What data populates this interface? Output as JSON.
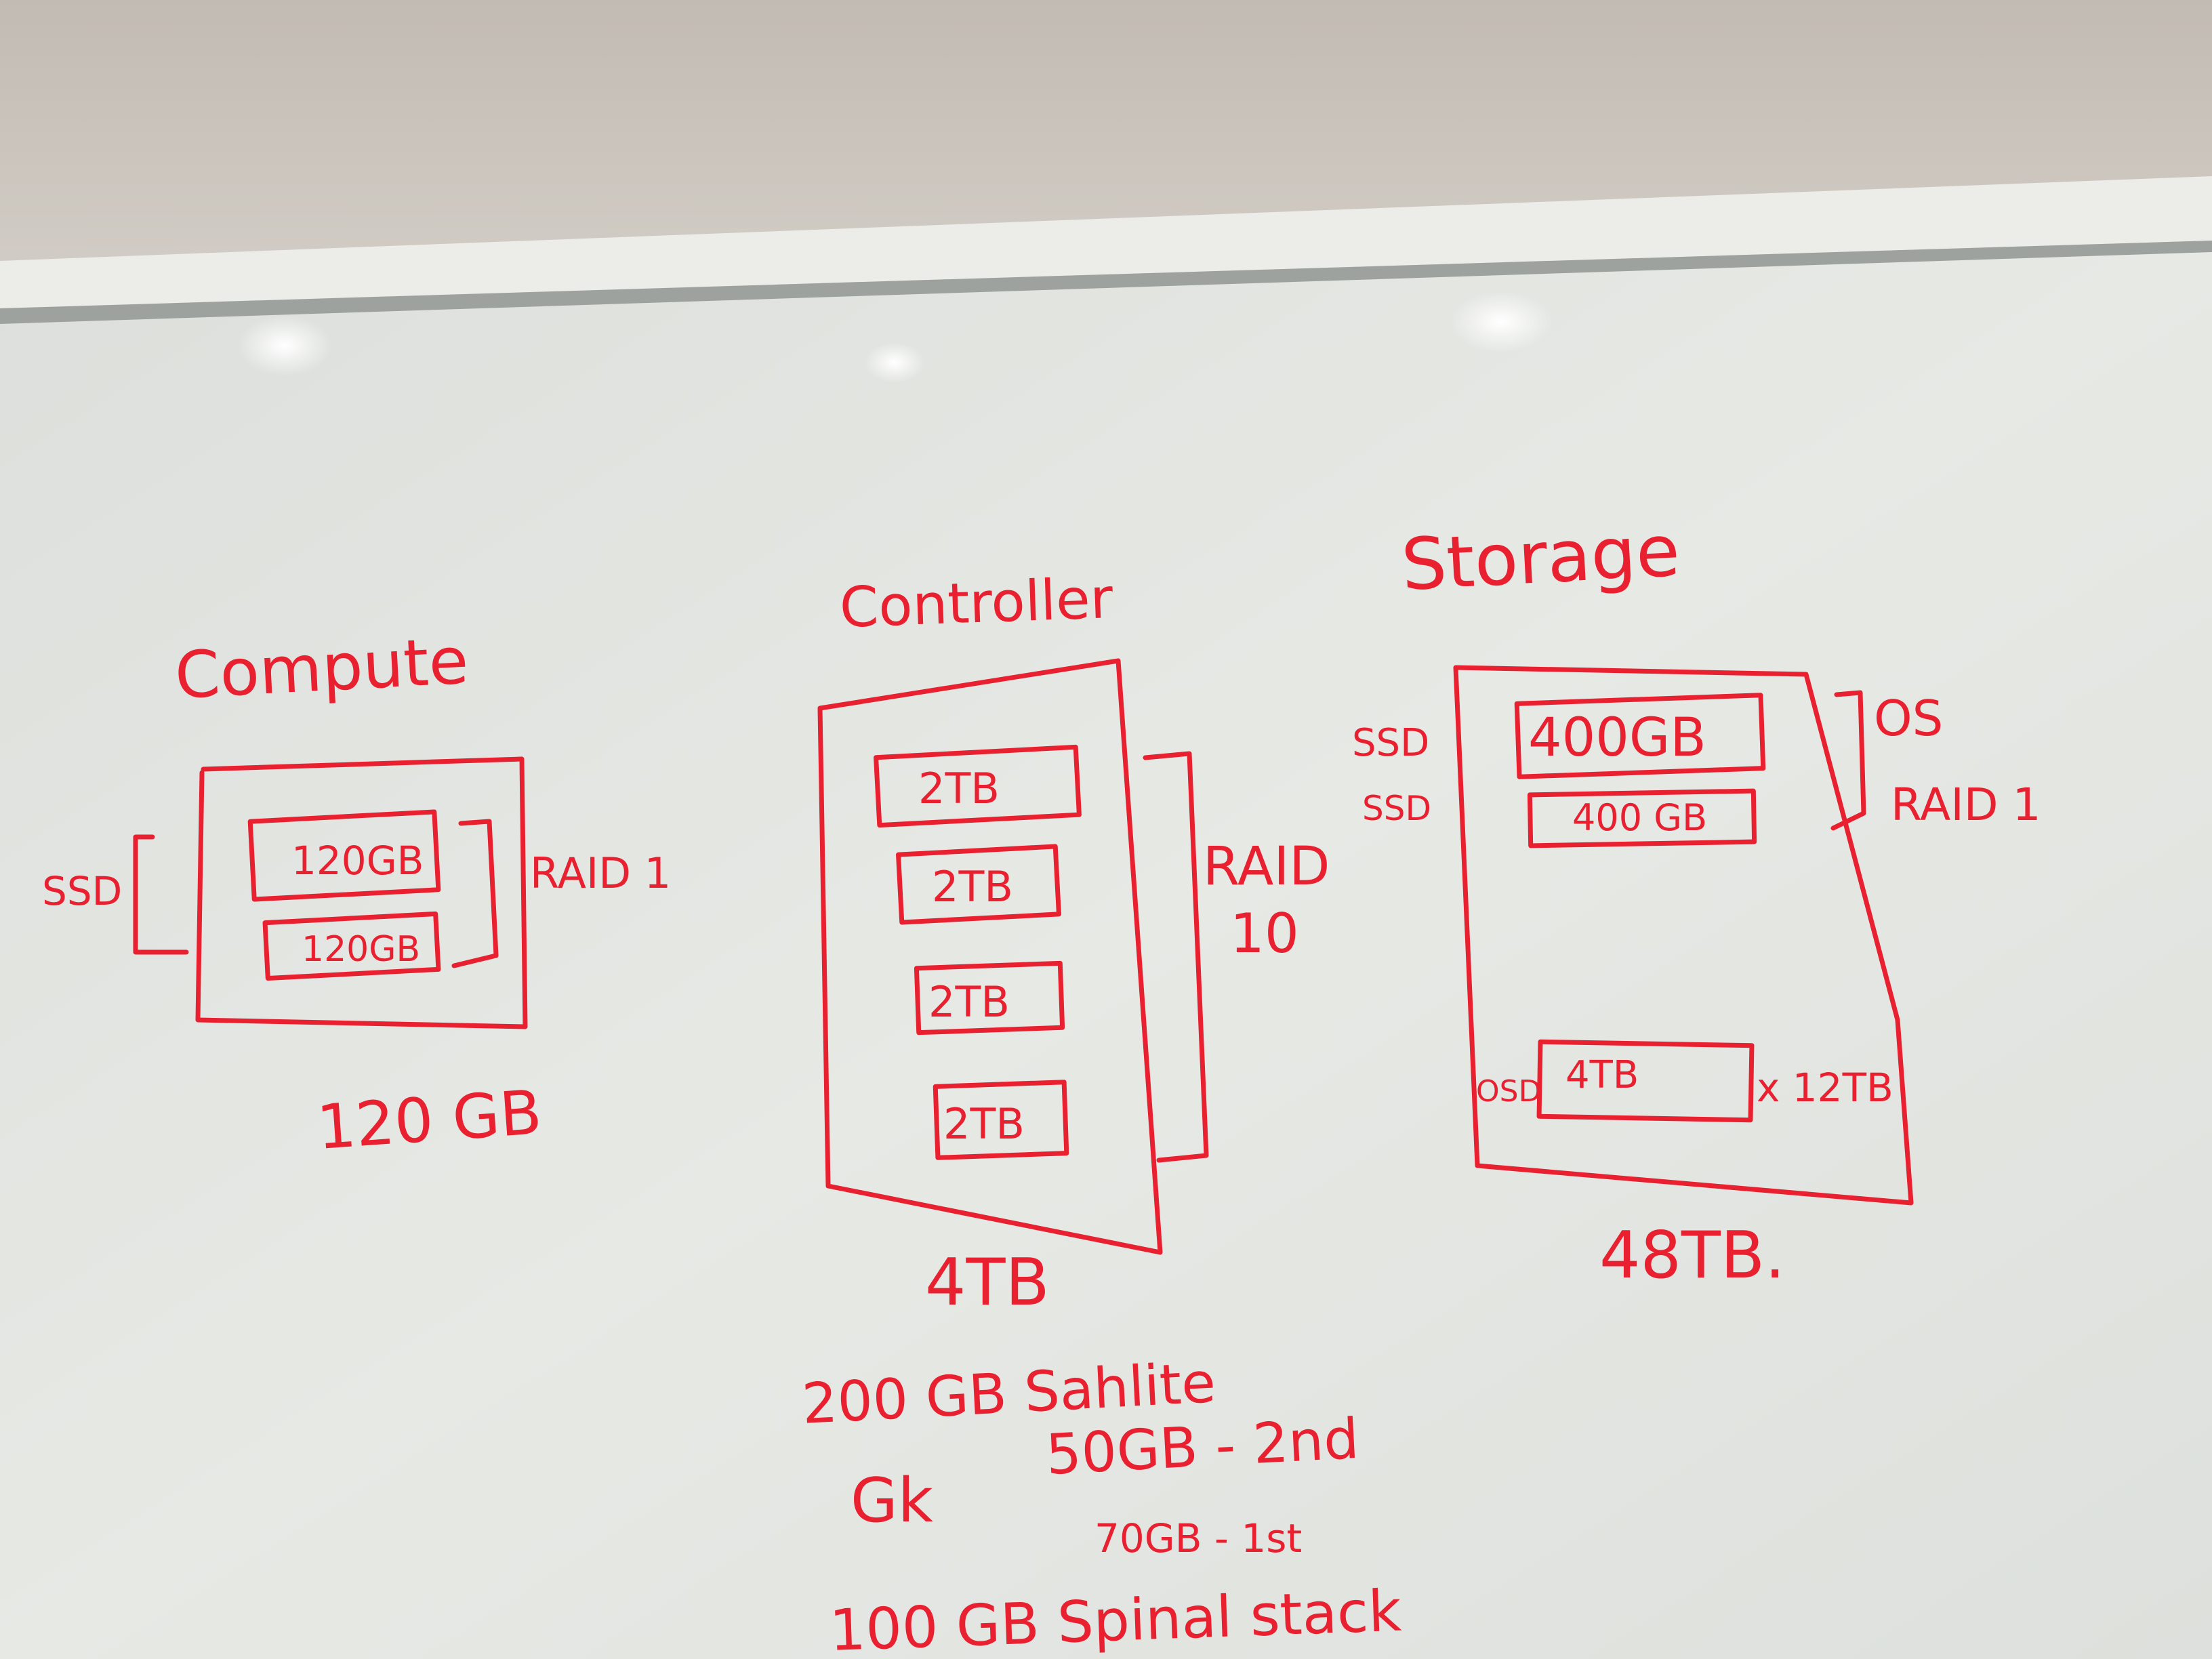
{
  "colors": {
    "wall": "#c9c3bc",
    "board": "#e4e6e2",
    "frame": "#ececea",
    "marker": "#e8202f"
  },
  "compute": {
    "title": "Compute",
    "ssd_label": "SSD",
    "disks": [
      "120GB",
      "120GB"
    ],
    "raid_label": "RAID 1",
    "capacity": "120 GB"
  },
  "controller": {
    "title": "Controller",
    "disks": [
      "2TB",
      "2TB",
      "2TB",
      "2TB"
    ],
    "raid_label_1": "RAID",
    "raid_label_2": "10",
    "capacity": "4TB"
  },
  "storage": {
    "title": "Storage",
    "ssd_labels": [
      "SSD",
      "SSD"
    ],
    "disks": [
      "400GB",
      "400 GB"
    ],
    "os_label": "OS",
    "raid_label": "RAID 1",
    "osd_label": "OSD",
    "osd_disk": "4TB",
    "osd_multiplier": "x 12TB",
    "capacity": "48TB."
  },
  "notes": {
    "line1": "200 GB Sahlite",
    "line2_prefix": "Gk",
    "line2": "50GB - 2nd",
    "line3": "70GB - 1st",
    "line4": "100 GB Spinal stack"
  }
}
